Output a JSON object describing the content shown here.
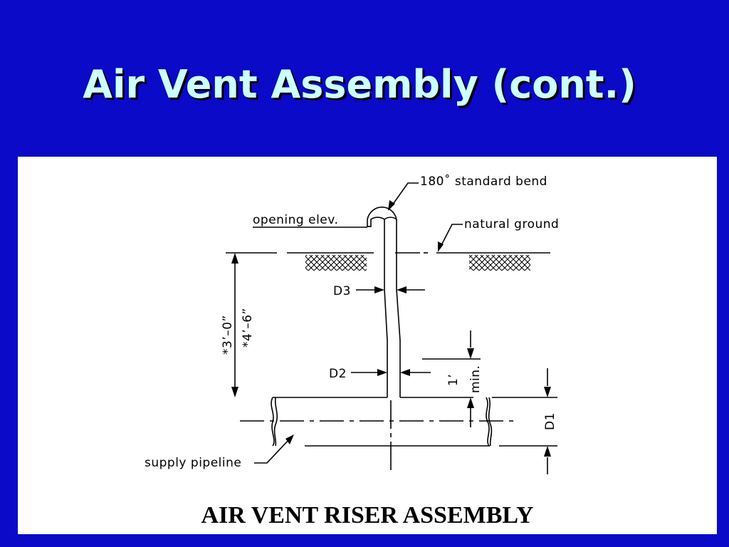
{
  "slide": {
    "title": "Air Vent Assembly (cont.)",
    "colors": {
      "background": "#0A0AC8",
      "title_text": "#CCFFFF",
      "panel": "#FFFFFF"
    }
  },
  "diagram": {
    "caption": "AIR VENT RISER ASSEMBLY",
    "labels": {
      "bend": "180˚ standard bend",
      "opening": "opening elev.",
      "ground": "natural ground",
      "d3": "D3",
      "d2": "D2",
      "d1": "D1",
      "depth_a": "*3’–0”",
      "depth_b": "*4’–6”",
      "min_a": "1’",
      "min_b": "min.",
      "pipeline": "supply pipeline"
    }
  }
}
